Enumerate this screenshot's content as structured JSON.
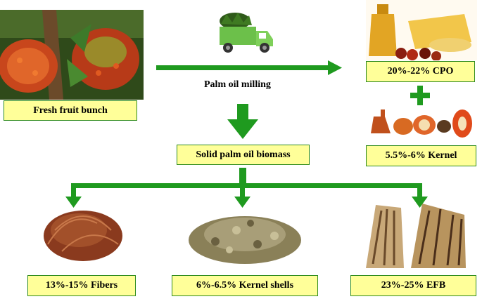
{
  "colors": {
    "arrow_green": "#1f9a1f",
    "box_fill": "#ffff99",
    "box_border": "#2e8b1e"
  },
  "labels": {
    "fresh_fruit_bunch": "Fresh fruit bunch",
    "palm_oil_milling": "Palm oil milling",
    "cpo": "20%-22% CPO",
    "kernel": "5.5%-6% Kernel",
    "solid_biomass": "Solid palm oil biomass",
    "fibers": "13%-15% Fibers",
    "kernel_shells": "6%-6.5% Kernel shells",
    "efb": "23%-25% EFB"
  },
  "icons": [
    "fruit-bunch-photo",
    "truck-icon",
    "oil-bottle-photo",
    "plus-icon",
    "kernel-photo",
    "fiber-photo",
    "shells-photo",
    "efb-photo"
  ]
}
